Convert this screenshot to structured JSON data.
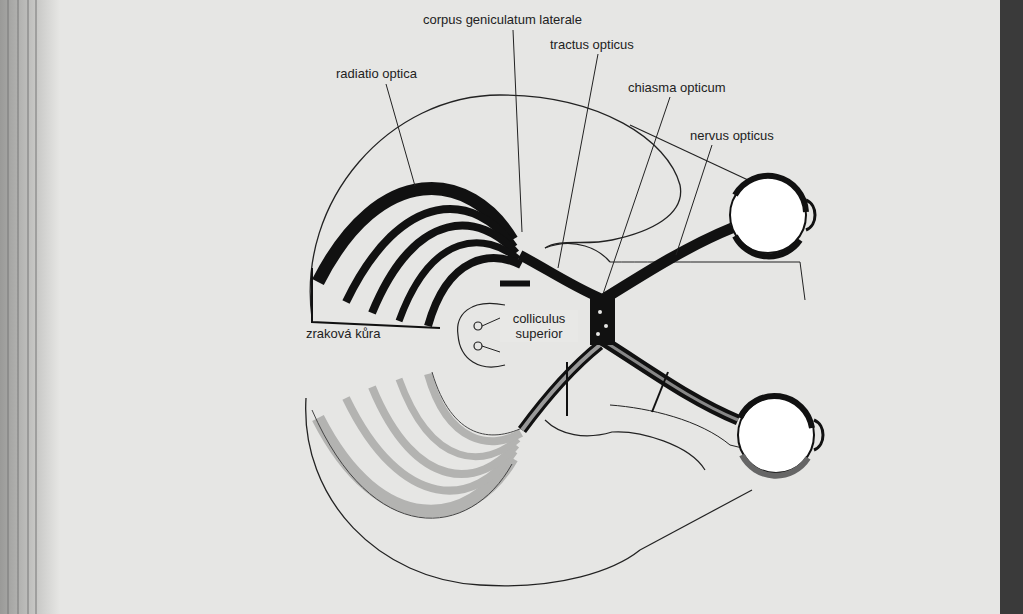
{
  "diagram": {
    "labels": [
      "corpus geniculatum laterale",
      "tractus opticus",
      "chiasma opticum",
      "nervus opticus",
      "radiatio optica",
      "zraková kůra",
      "colliculus superior"
    ]
  }
}
